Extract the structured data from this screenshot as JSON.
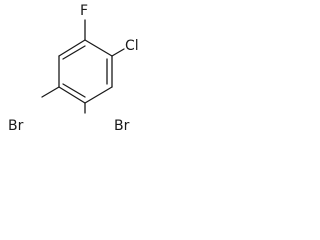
{
  "molecule": {
    "atoms": {
      "fluorine": "F",
      "chlorine": "Cl",
      "bromine_right": "Br",
      "bromine_left": "Br"
    }
  },
  "colors": {
    "ink": "#1a1a1a",
    "background": "#ffffff"
  }
}
